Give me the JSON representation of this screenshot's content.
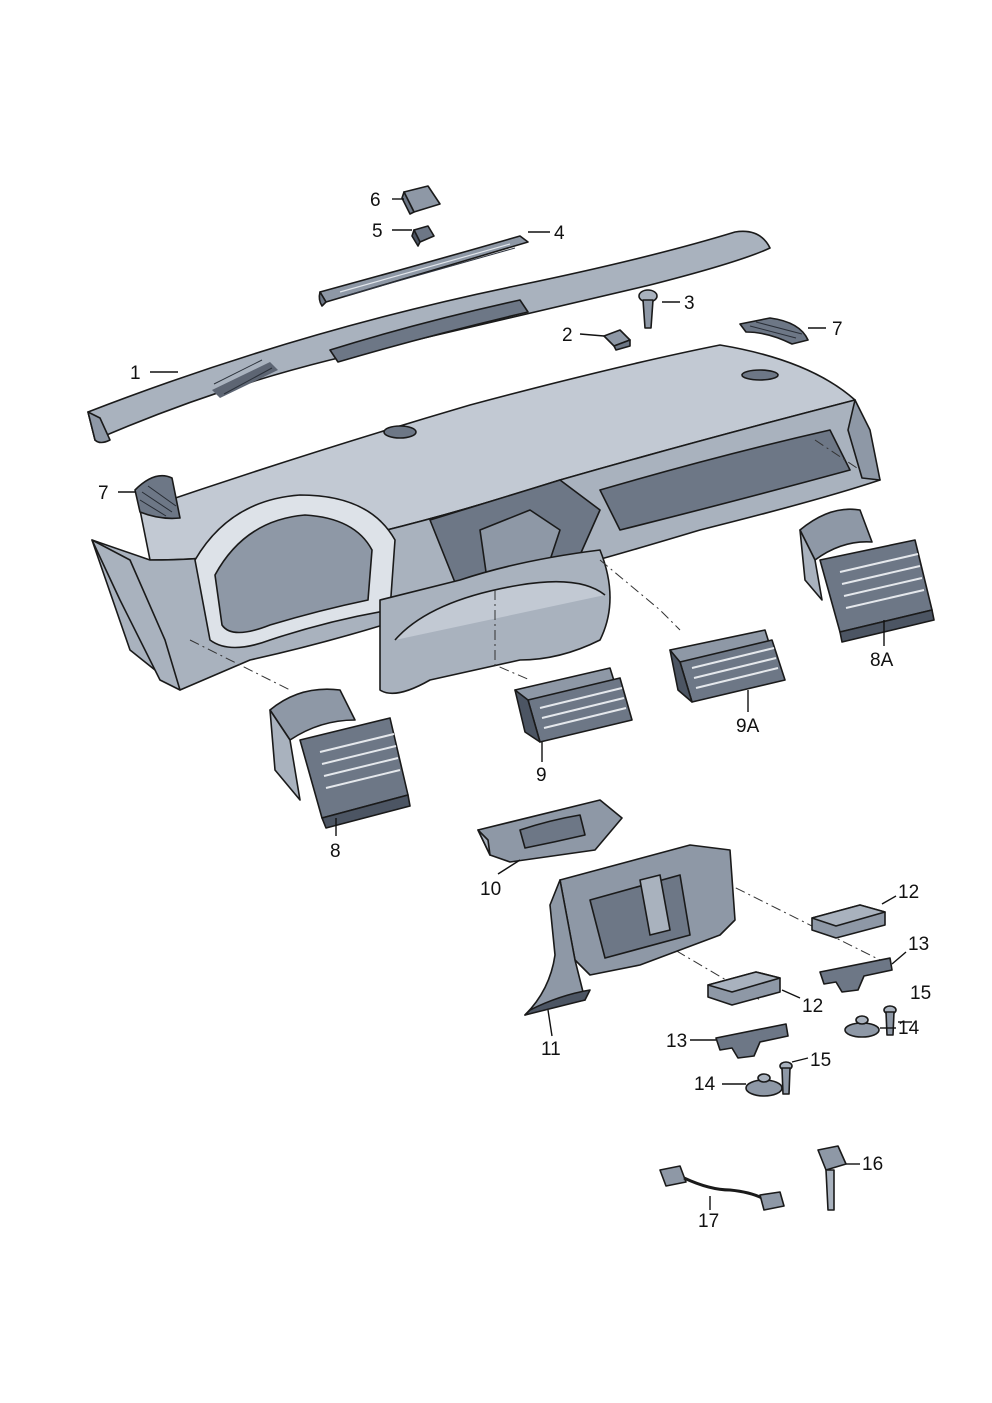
{
  "callouts": {
    "c1": "1",
    "c2": "2",
    "c3": "3",
    "c4": "4",
    "c5": "5",
    "c6": "6",
    "c7_left": "7",
    "c7_right": "7",
    "c8": "8",
    "c8a": "8A",
    "c9": "9",
    "c9a": "9A",
    "c10": "10",
    "c11": "11",
    "c12_top": "12",
    "c12_mid": "12",
    "c13_top": "13",
    "c13_low": "13",
    "c14_top": "14",
    "c14_low": "14",
    "c15_top": "15",
    "c15_low": "15",
    "c16": "16",
    "c17": "17"
  },
  "colors": {
    "part_light": "#c2c9d3",
    "part_mid": "#8e98a6",
    "part_dark": "#4c5563",
    "line": "#1a1a1a"
  }
}
